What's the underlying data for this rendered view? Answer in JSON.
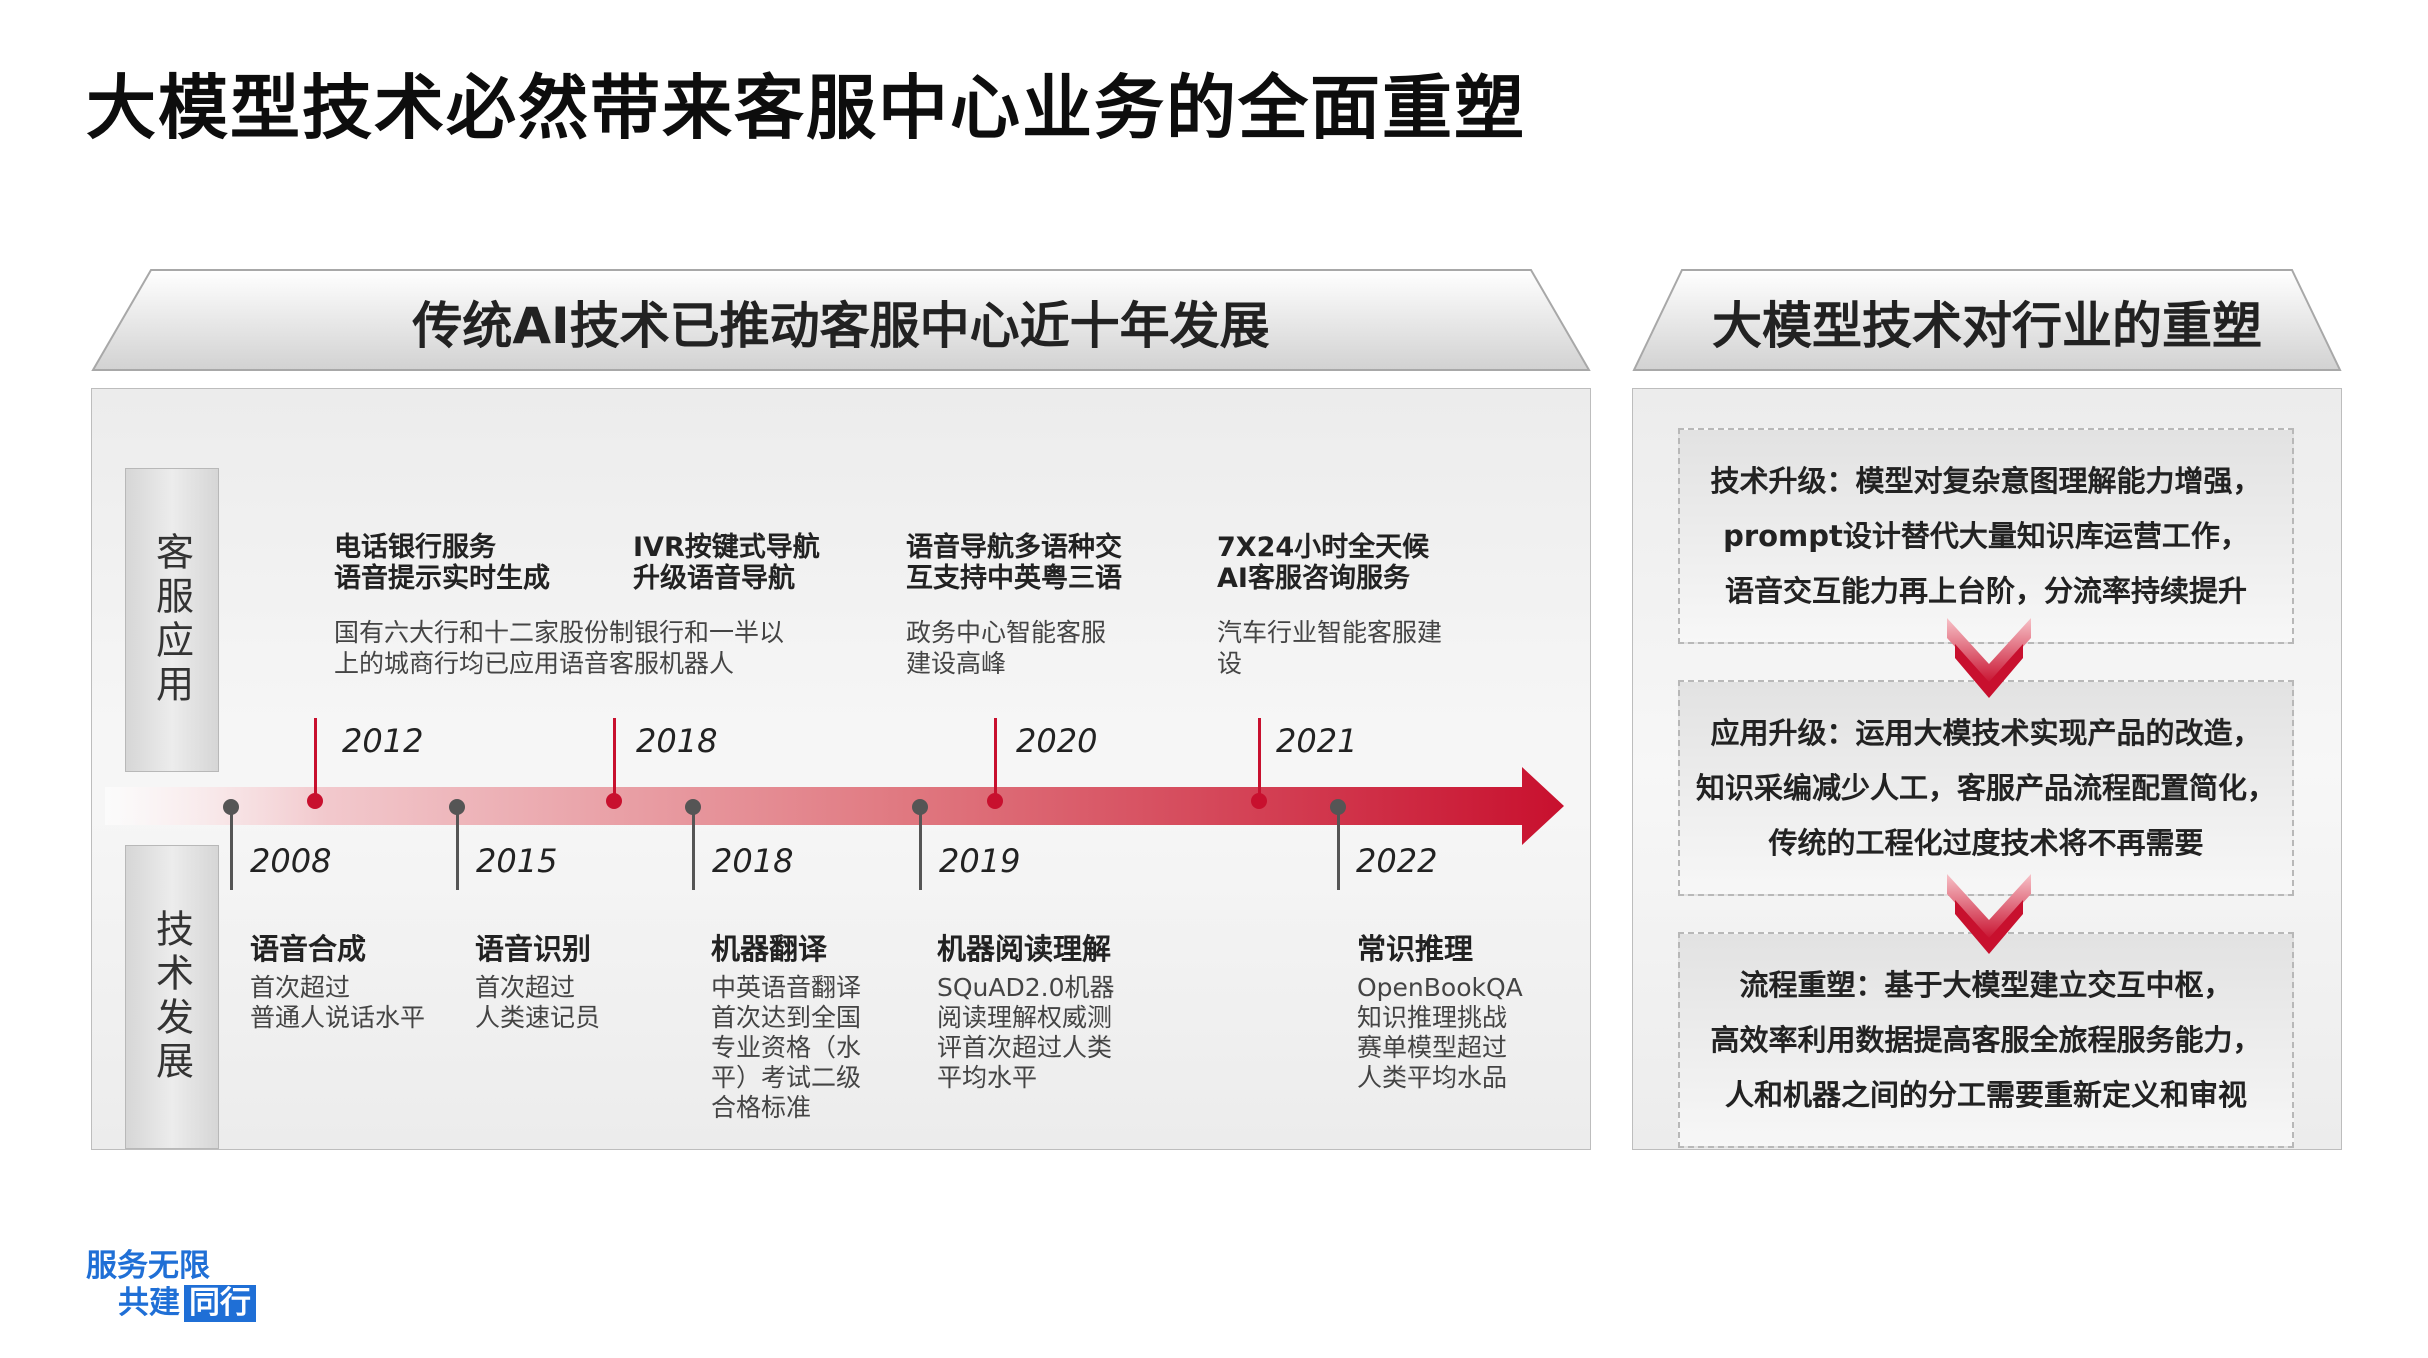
{
  "title": "大模型技术必然带来客服中心业务的全面重塑",
  "left_header": "传统AI技术已推动客服中心近十年发展",
  "right_header": "大模型技术对行业的重塑",
  "row_labels": {
    "top": "客服应用",
    "bottom": "技术发展"
  },
  "app_events": [
    {
      "year": "2012",
      "title": [
        "电话银行服务",
        "语音提示实时生成"
      ],
      "desc": [
        "国有六大行和十二家股份制银行和一半以",
        "上的城商行均已应用语音客服机器人"
      ]
    },
    {
      "year": "2018",
      "title": [
        "IVR按键式导航",
        "升级语音导航"
      ],
      "desc": []
    },
    {
      "year": "2020",
      "title": [
        "语音导航多语种交",
        "互支持中英粤三语"
      ],
      "desc": [
        "政务中心智能客服",
        "建设高峰"
      ]
    },
    {
      "year": "2021",
      "title": [
        "7X24小时全天候",
        "AI客服咨询服务"
      ],
      "desc": [
        "汽车行业智能客服建",
        "设"
      ]
    }
  ],
  "tech_events": [
    {
      "year": "2008",
      "title": "语音合成",
      "desc": [
        "首次超过",
        "普通人说话水平"
      ]
    },
    {
      "year": "2015",
      "title": "语音识别",
      "desc": [
        "首次超过",
        "人类速记员"
      ]
    },
    {
      "year": "2018",
      "title": "机器翻译",
      "desc": [
        "中英语音翻译",
        "首次达到全国",
        "专业资格（水",
        "平）考试二级",
        "合格标准"
      ]
    },
    {
      "year": "2019",
      "title": "机器阅读理解",
      "desc": [
        "SQuAD2.0机器",
        "阅读理解权威测",
        "评首次超过人类",
        "平均水平"
      ]
    },
    {
      "year": "2022",
      "title": "常识推理",
      "desc": [
        "OpenBookQA",
        "知识推理挑战",
        "赛单模型超过",
        "人类平均水品"
      ]
    }
  ],
  "reshape_boxes": [
    {
      "lines": [
        "技术升级：模型对复杂意图理解能力增强，",
        "prompt设计替代大量知识库运营工作，",
        "语音交互能力再上台阶，分流率持续提升"
      ]
    },
    {
      "lines": [
        "应用升级：运用大模技术实现产品的改造，",
        "知识采编减少人工，客服产品流程配置简化，",
        "传统的工程化过度技术将不再需要"
      ]
    },
    {
      "lines": [
        "流程重塑：基于大模型建立交互中枢，",
        "高效率利用数据提高客服全旅程服务能力，",
        "人和机器之间的分工需要重新定义和审视"
      ]
    }
  ],
  "logo": {
    "line1": "服务无限",
    "line2a": "共建",
    "line2b": "同行"
  },
  "colors": {
    "accent": "#c8102e",
    "brand": "#1f6fd6"
  }
}
